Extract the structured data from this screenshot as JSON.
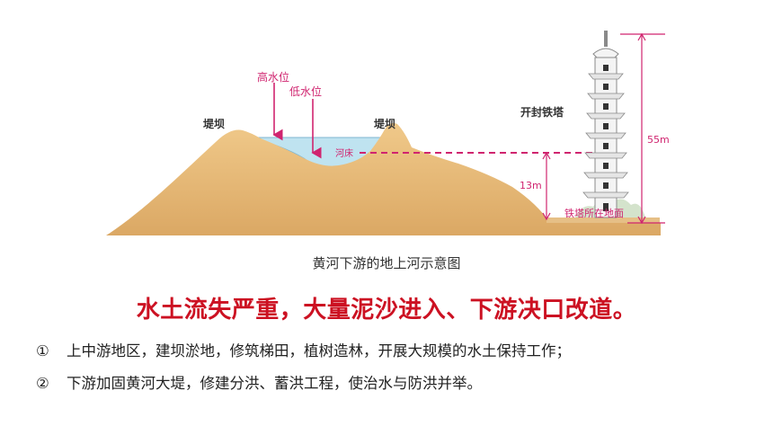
{
  "diagram": {
    "caption": "黄河下游的地上河示意图",
    "labels": {
      "high_water": "高水位",
      "low_water": "低水位",
      "dike_left": "堤坝",
      "dike_right": "堤坝",
      "riverbed": "河床",
      "tower": "开封铁塔",
      "ground": "铁塔所在地面",
      "height_13": "13m",
      "height_55": "55m"
    },
    "colors": {
      "land": "#e9be7c",
      "water": "#bfe3f0",
      "marker": "#d0246f",
      "tower_fill": "#f4f4f4",
      "tower_stroke": "#8a8a8a"
    }
  },
  "headline": "水土流失严重，大量泥沙进入、下游决口改道。",
  "points": [
    {
      "num": "①",
      "text": "上中游地区，建坝淤地，修筑梯田，植树造林，开展大规模的水土保持工作；"
    },
    {
      "num": "②",
      "text": "下游加固黄河大堤，修建分洪、蓄洪工程，使治水与防洪并举。"
    }
  ]
}
